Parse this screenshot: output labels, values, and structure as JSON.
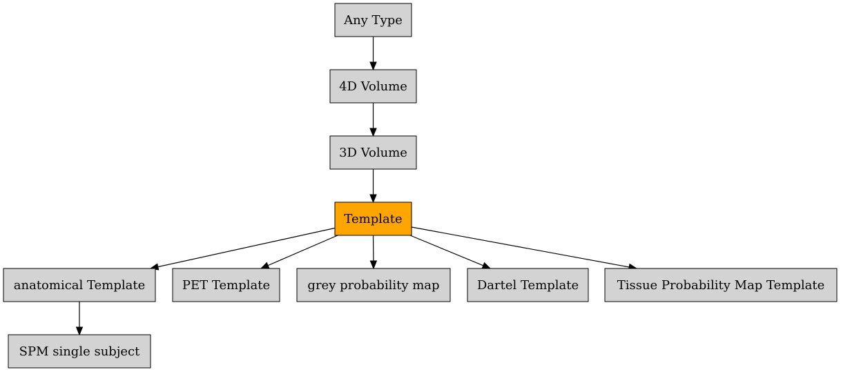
{
  "colors": {
    "default_fill": "#d3d3d3",
    "highlight_fill": "#ffa500",
    "stroke": "#000000",
    "background": "#ffffff"
  },
  "nodes": [
    {
      "id": "any-type",
      "label": "Any Type",
      "highlight": false
    },
    {
      "id": "4d-volume",
      "label": "4D Volume",
      "highlight": false
    },
    {
      "id": "3d-volume",
      "label": "3D Volume",
      "highlight": false
    },
    {
      "id": "template",
      "label": "Template",
      "highlight": true
    },
    {
      "id": "anatomical-template",
      "label": "anatomical Template",
      "highlight": false
    },
    {
      "id": "pet-template",
      "label": "PET Template",
      "highlight": false
    },
    {
      "id": "grey-probability-map",
      "label": "grey probability map",
      "highlight": false
    },
    {
      "id": "dartel-template",
      "label": "Dartel Template",
      "highlight": false
    },
    {
      "id": "tissue-probability-map-template",
      "label": "Tissue Probability Map Template",
      "highlight": false
    },
    {
      "id": "spm-single-subject",
      "label": "SPM single subject",
      "highlight": false
    }
  ],
  "edges": [
    {
      "from": "any-type",
      "to": "4d-volume"
    },
    {
      "from": "4d-volume",
      "to": "3d-volume"
    },
    {
      "from": "3d-volume",
      "to": "template"
    },
    {
      "from": "template",
      "to": "anatomical-template"
    },
    {
      "from": "template",
      "to": "pet-template"
    },
    {
      "from": "template",
      "to": "grey-probability-map"
    },
    {
      "from": "template",
      "to": "dartel-template"
    },
    {
      "from": "template",
      "to": "tissue-probability-map-template"
    },
    {
      "from": "anatomical-template",
      "to": "spm-single-subject"
    }
  ]
}
